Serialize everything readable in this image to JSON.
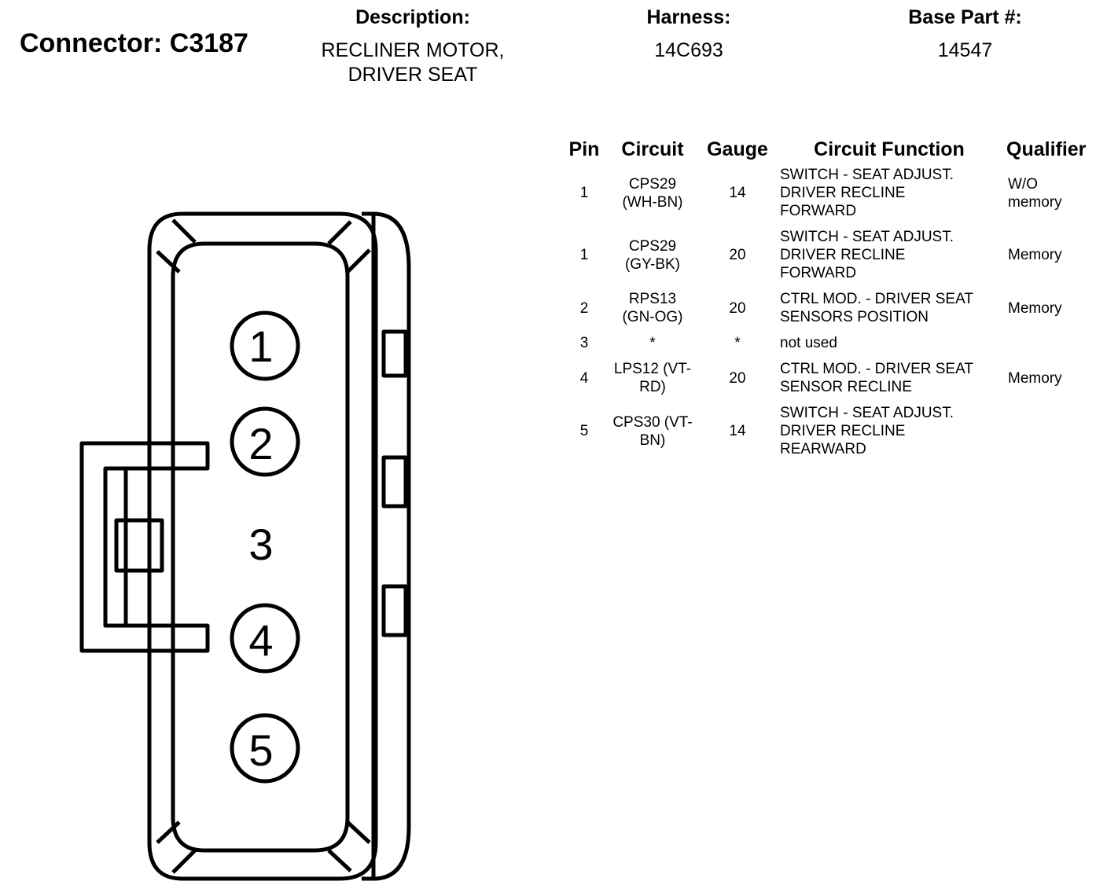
{
  "header": {
    "connector_label": "Connector: C3187",
    "description_title": "Description:",
    "description_line1": "RECLINER MOTOR,",
    "description_line2": "DRIVER SEAT",
    "harness_title": "Harness:",
    "harness_value": "14C693",
    "base_part_title": "Base Part #:",
    "base_part_value": "14547"
  },
  "table": {
    "columns": [
      "Pin",
      "Circuit",
      "Gauge",
      "Circuit Function",
      "Qualifier"
    ],
    "rows": [
      {
        "pin": "1",
        "circuit": [
          "CPS29",
          "(WH-BN)"
        ],
        "gauge": "14",
        "function": [
          "SWITCH - SEAT ADJUST.",
          "DRIVER RECLINE",
          "FORWARD"
        ],
        "qualifier": [
          "W/O",
          "memory"
        ]
      },
      {
        "pin": "1",
        "circuit": [
          "CPS29",
          "(GY-BK)"
        ],
        "gauge": "20",
        "function": [
          "SWITCH - SEAT ADJUST.",
          "DRIVER RECLINE",
          "FORWARD"
        ],
        "qualifier": [
          "Memory"
        ]
      },
      {
        "pin": "2",
        "circuit": [
          "RPS13",
          "(GN-OG)"
        ],
        "gauge": "20",
        "function": [
          "CTRL MOD. - DRIVER SEAT",
          "SENSORS POSITION"
        ],
        "qualifier": [
          "Memory"
        ]
      },
      {
        "pin": "3",
        "circuit": [
          "*"
        ],
        "gauge": "*",
        "function": [
          "not used"
        ],
        "qualifier": [
          ""
        ]
      },
      {
        "pin": "4",
        "circuit": [
          "LPS12 (VT-",
          "RD)"
        ],
        "gauge": "20",
        "function": [
          "CTRL MOD. - DRIVER SEAT",
          "SENSOR RECLINE"
        ],
        "qualifier": [
          "Memory"
        ]
      },
      {
        "pin": "5",
        "circuit": [
          "CPS30 (VT-",
          "BN)"
        ],
        "gauge": "14",
        "function": [
          "SWITCH - SEAT ADJUST.",
          "DRIVER RECLINE",
          "REARWARD"
        ],
        "qualifier": [
          ""
        ]
      }
    ]
  },
  "connector": {
    "pins": [
      "1",
      "2",
      "3",
      "4",
      "5"
    ]
  }
}
